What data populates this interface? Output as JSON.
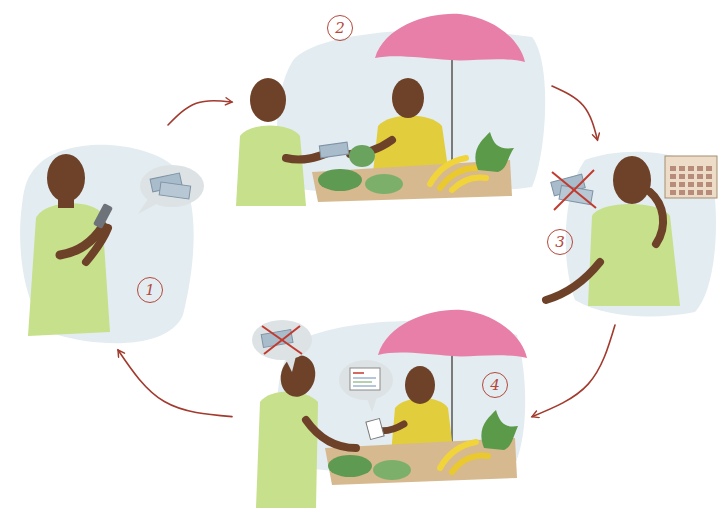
{
  "diagram": {
    "nodes": [
      {
        "text": [
          "1"
        ]
      },
      {
        "text": [
          "2"
        ]
      },
      {
        "text": [
          "3"
        ]
      },
      {
        "text": [
          "4"
        ]
      }
    ],
    "edges": [
      {
        "from": 0,
        "to": 1,
        "arrow": "to"
      },
      {
        "from": 1,
        "to": 2,
        "arrow": "to"
      },
      {
        "from": 2,
        "to": 3,
        "arrow": "to"
      },
      {
        "from": 3,
        "to": 0,
        "arrow": "to"
      }
    ]
  }
}
